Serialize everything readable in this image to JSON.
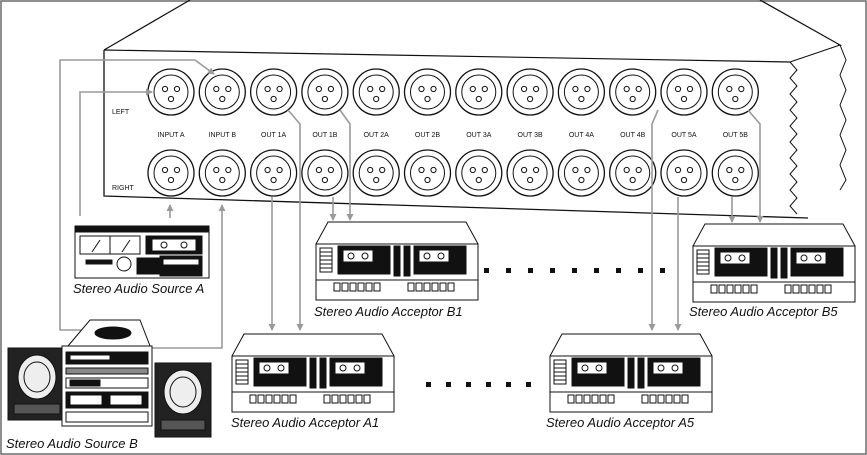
{
  "panel": {
    "row_labels": {
      "left": "LEFT",
      "right": "RIGHT"
    },
    "columns": [
      "INPUT A",
      "INPUT B",
      "OUT 1A",
      "OUT 1B",
      "OUT 2A",
      "OUT 2B",
      "OUT 3A",
      "OUT 3B",
      "OUT 4A",
      "OUT 4B",
      "OUT 5A",
      "OUT 5B"
    ]
  },
  "captions": {
    "source_a": "Stereo Audio Source A",
    "source_b": "Stereo Audio Source B",
    "acceptor_a1": "Stereo Audio Acceptor A1",
    "acceptor_a5": "Stereo Audio Acceptor A5",
    "acceptor_b1": "Stereo Audio Acceptor B1",
    "acceptor_b5": "Stereo Audio Acceptor B5"
  },
  "colors": {
    "line": "#111111",
    "cable": "#9a9a9a",
    "frame": "#6a6a6a"
  }
}
